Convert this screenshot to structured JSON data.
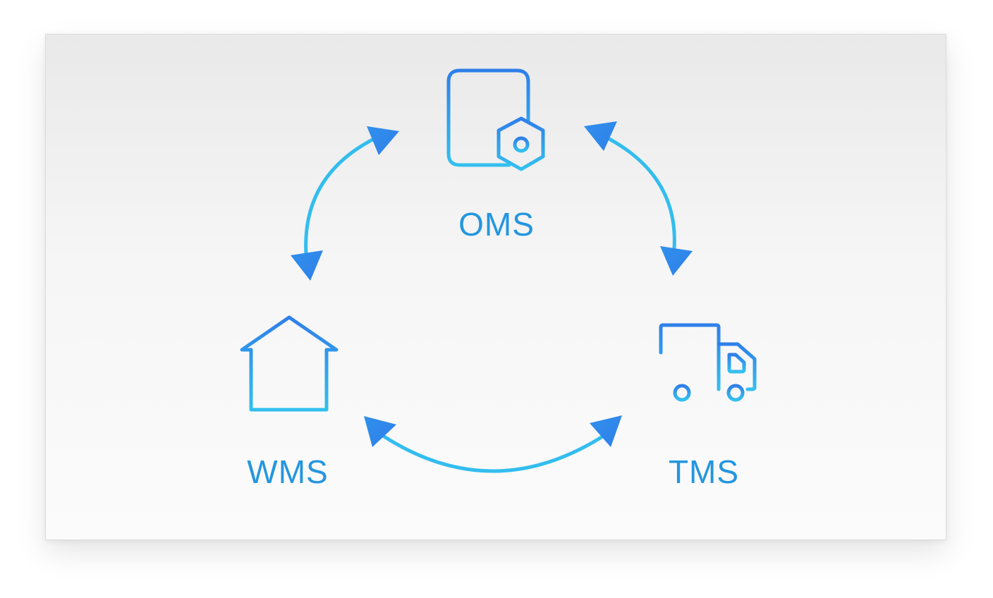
{
  "nodes": {
    "oms": {
      "label": "OMS",
      "icon": "order-document-gear-icon"
    },
    "wms": {
      "label": "WMS",
      "icon": "warehouse-icon"
    },
    "tms": {
      "label": "TMS",
      "icon": "delivery-truck-icon"
    }
  },
  "connections": [
    {
      "from": "oms",
      "to": "wms",
      "direction": "bidirectional"
    },
    {
      "from": "oms",
      "to": "tms",
      "direction": "bidirectional"
    },
    {
      "from": "wms",
      "to": "tms",
      "direction": "bidirectional"
    }
  ],
  "colors": {
    "gradient_start": "#2f7fe9",
    "gradient_end": "#33c0ee",
    "label": "#2496df"
  }
}
